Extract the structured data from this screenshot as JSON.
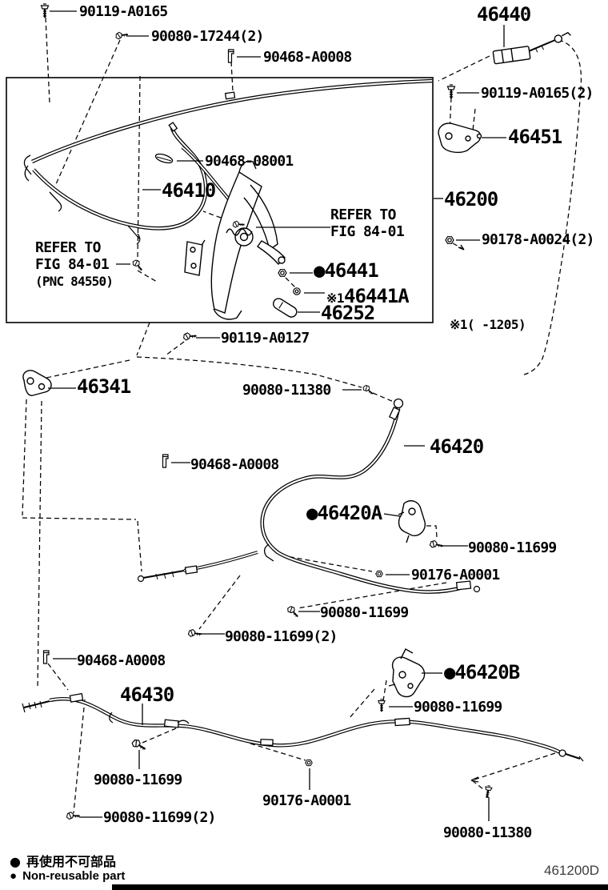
{
  "figure": {
    "doc_code": "461200D",
    "spec_note": "※1(  -1205)",
    "colors": {
      "line": "#000000",
      "background": "#ffffff",
      "doc_code_text": "#3d3d3d"
    },
    "legend": [
      {
        "bullet": "●",
        "text": "再使用不可部品"
      },
      {
        "bullet": "●",
        "text": "Non-reusable part"
      }
    ],
    "refer_notes": [
      {
        "lines": [
          "REFER TO",
          "FIG 84-01",
          "(PNC 84550)"
        ]
      },
      {
        "lines": [
          "REFER TO",
          "FIG 84-01"
        ]
      }
    ],
    "icons": {
      "screw": "machine-screw",
      "bolt": "flange-bolt",
      "nut": "hex-nut",
      "clip": "cable-clamp-clip",
      "washer": "washer"
    },
    "callouts": [
      {
        "text": "90119-A0165"
      },
      {
        "text": "90080-17244(2)"
      },
      {
        "text": "90468-A0008"
      },
      {
        "text": "46440"
      },
      {
        "text": "90119-A0165(2)"
      },
      {
        "text": "46451"
      },
      {
        "text": "90468-08001"
      },
      {
        "text": "46410"
      },
      {
        "text": "46200"
      },
      {
        "text": "90178-A0024(2)"
      },
      {
        "bullet": "●",
        "text": "46441"
      },
      {
        "marker": "※1",
        "text": "46441A"
      },
      {
        "text": "46252"
      },
      {
        "text": "90119-A0127"
      },
      {
        "text": "46341"
      },
      {
        "text": "90080-11380"
      },
      {
        "text": "46420"
      },
      {
        "text": "90468-A0008"
      },
      {
        "bullet": "●",
        "text": "46420A"
      },
      {
        "text": "90080-11699"
      },
      {
        "text": "90176-A0001"
      },
      {
        "text": "90080-11699"
      },
      {
        "text": "90080-11699(2)"
      },
      {
        "text": "90468-A0008"
      },
      {
        "text": "46430"
      },
      {
        "bullet": "●",
        "text": "46420B"
      },
      {
        "text": "90080-11699"
      },
      {
        "text": "90080-11699"
      },
      {
        "text": "90176-A0001"
      },
      {
        "text": "90080-11699(2)"
      },
      {
        "text": "90080-11380"
      }
    ]
  }
}
